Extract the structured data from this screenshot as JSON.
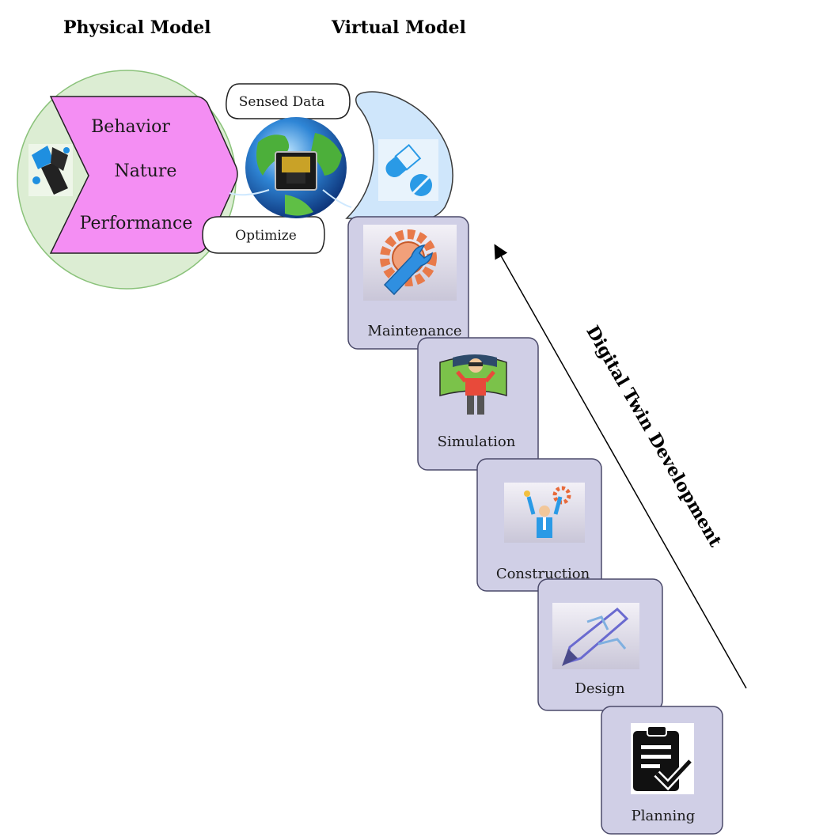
{
  "headers": {
    "physical": "Physical Model",
    "virtual": "Virtual Model"
  },
  "physical": {
    "chevron_lines": [
      "Behavior",
      "Nature",
      "Performance"
    ],
    "icon": "molecule-icon"
  },
  "connectors": {
    "sensed": "Sensed Data",
    "optimize": "Optimize",
    "hub_icon": "globe-network-icon"
  },
  "virtual": {
    "icon": "capsule-pills-icon"
  },
  "stages": [
    {
      "label": "Maintenance",
      "icon": "wrench-gear-icon"
    },
    {
      "label": "Simulation",
      "icon": "vr-simulation-icon"
    },
    {
      "label": "Construction",
      "icon": "engineer-build-icon"
    },
    {
      "label": "Design",
      "icon": "pencil-blueprint-icon"
    },
    {
      "label": "Planning",
      "icon": "clipboard-check-icon"
    }
  ],
  "arrow_label": "Digital Twin Development",
  "colors": {
    "physical_circle": "#dcedd3",
    "chevron": "#f48ef3",
    "virtual_shape": "#cfe6fb",
    "stage_box": "#d0cfe6",
    "stage_border": "#4b4a6a"
  }
}
